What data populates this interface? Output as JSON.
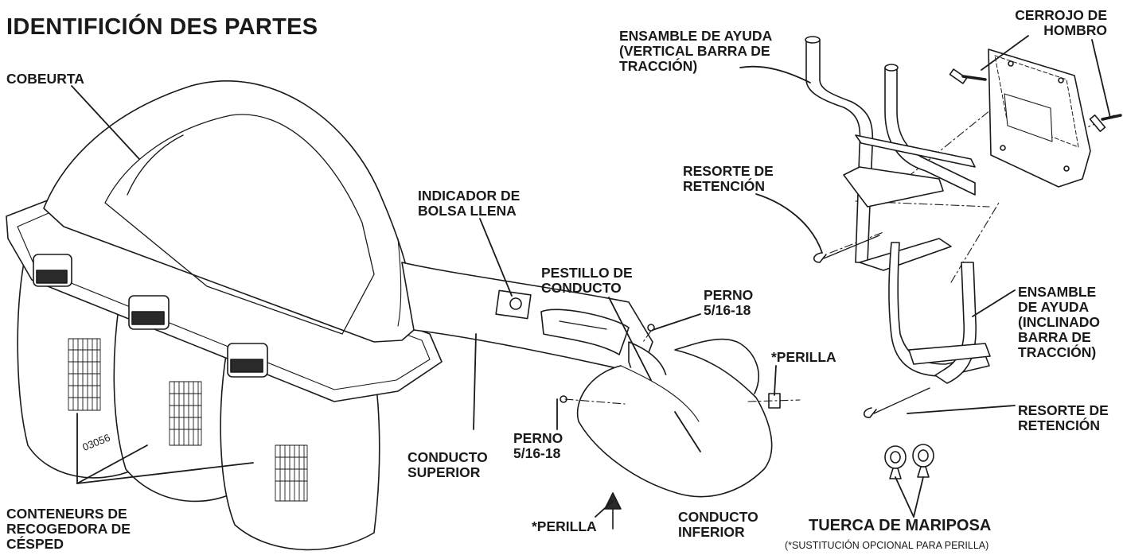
{
  "title": "IDENTIFICIÓN DES PARTES",
  "drawing_number": "03056",
  "labels": {
    "cover": "COBEURTA",
    "containers": [
      "CONTENEURS DE",
      "RECOGEDORA DE",
      "CÉSPED"
    ],
    "bag_full_indicator": [
      "INDICADOR DE",
      "BOLSA LLENA"
    ],
    "chute_latch": [
      "PESTILLO DE",
      "CONDUCTO"
    ],
    "bolt_upper": [
      "PERNO",
      "5/16-18"
    ],
    "bolt_lower": [
      "PERNO",
      "5/16-18"
    ],
    "knob_right": "*PERILLA",
    "knob_lower": "*PERILLA",
    "upper_chute": [
      "CONDUCTO",
      "SUPERIOR"
    ],
    "lower_chute": [
      "CONDUCTO",
      "INFERIOR"
    ],
    "support_vertical": [
      "ENSAMBLE DE AYUDA",
      "(VERTICAL BARRA DE",
      "TRACCIÓN)"
    ],
    "shoulder_bolt": [
      "CERROJO DE",
      "HOMBRO"
    ],
    "retention_spring_upper": [
      "RESORTE DE",
      "RETENCIÓN"
    ],
    "support_inclined": [
      "ENSAMBLE",
      "DE AYUDA",
      "(INCLINADO",
      "BARRA DE",
      "TRACCIÓN)"
    ],
    "retention_spring_lower": [
      "RESORTE DE",
      "RETENCIÓN"
    ],
    "wing_nut": "TUERCA DE MARIPOSA",
    "wing_nut_note": "(*SUSTITUCIÓN OPCIONAL PARA PERILLA)"
  }
}
